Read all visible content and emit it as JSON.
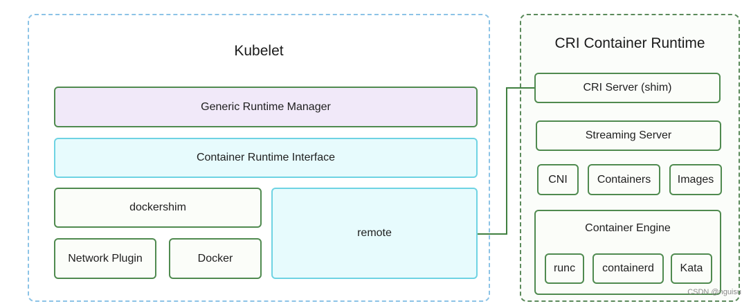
{
  "kubelet": {
    "title": "Kubelet",
    "generic_runtime_manager": "Generic Runtime Manager",
    "container_runtime_interface": "Container Runtime Interface",
    "dockershim": "dockershim",
    "network_plugin": "Network Plugin",
    "docker": "Docker",
    "remote": "remote"
  },
  "cri": {
    "title": "CRI Container Runtime",
    "cri_server": "CRI Server (shim)",
    "streaming_server": "Streaming Server",
    "cni": "CNI",
    "containers": "Containers",
    "images": "Images",
    "engine": {
      "title": "Container Engine",
      "runc": "runc",
      "containerd": "containerd",
      "kata": "Kata"
    }
  },
  "watermark": "CSDN @nguisu",
  "colors": {
    "kubelet_border": "#8cc3e6",
    "cri_border": "#5b8a5b",
    "green_box_border": "#4f8a4f",
    "purple_fill": "#f1e9f9",
    "cyan_border": "#6ed3e3",
    "cyan_fill": "#e7fbfd",
    "connector": "#3f7f3f"
  }
}
